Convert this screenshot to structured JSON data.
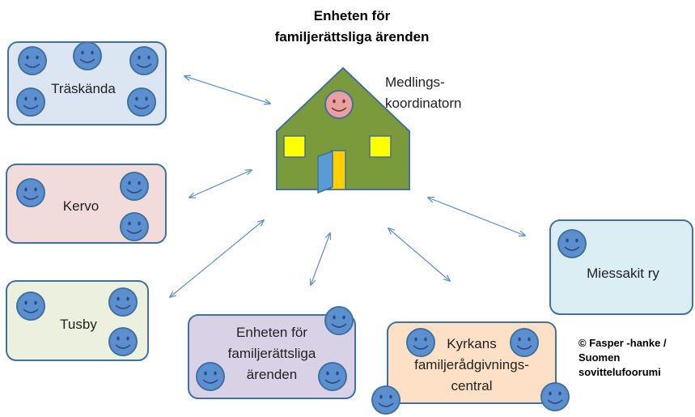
{
  "title": {
    "line1": "Enheten för",
    "line2": "familjerättsliga ärenden"
  },
  "house": {
    "label_line1": "Medlings-",
    "label_line2": "koordinatorn"
  },
  "nodes": {
    "traskanda": {
      "label": "Träskända"
    },
    "kervo": {
      "label": "Kervo"
    },
    "tusby": {
      "label": "Tusby"
    },
    "enheten": {
      "line1": "Enheten för",
      "line2": "familjerättsliga",
      "line3": "ärenden"
    },
    "kyrkans": {
      "line1": "Kyrkans",
      "line2": "familjerådgivnings-",
      "line3": "central"
    },
    "miessakit": {
      "label": "Miessakit ry"
    }
  },
  "copyright": {
    "line1": "© Fasper -hanke /",
    "line2": "Suomen",
    "line3": "sovittelufoorumi"
  },
  "colors": {
    "house_wall": "#7a9a3c",
    "house_roof": "#7a9a3c",
    "window": "#ffff00",
    "door": "#5b9bd5",
    "face": "#5b8fd0",
    "face_outline": "#41719c",
    "mediator_face": "#e9a0a0",
    "arrow": "#5b8fd0",
    "traskanda_fill": "#dce6f2",
    "kervo_fill": "#f2dcdb",
    "tusby_fill": "#ebf1de",
    "enheten_fill": "#d9d2e6",
    "kyrkans_fill": "#fde0c5",
    "miessakit_fill": "#dbeef4"
  }
}
